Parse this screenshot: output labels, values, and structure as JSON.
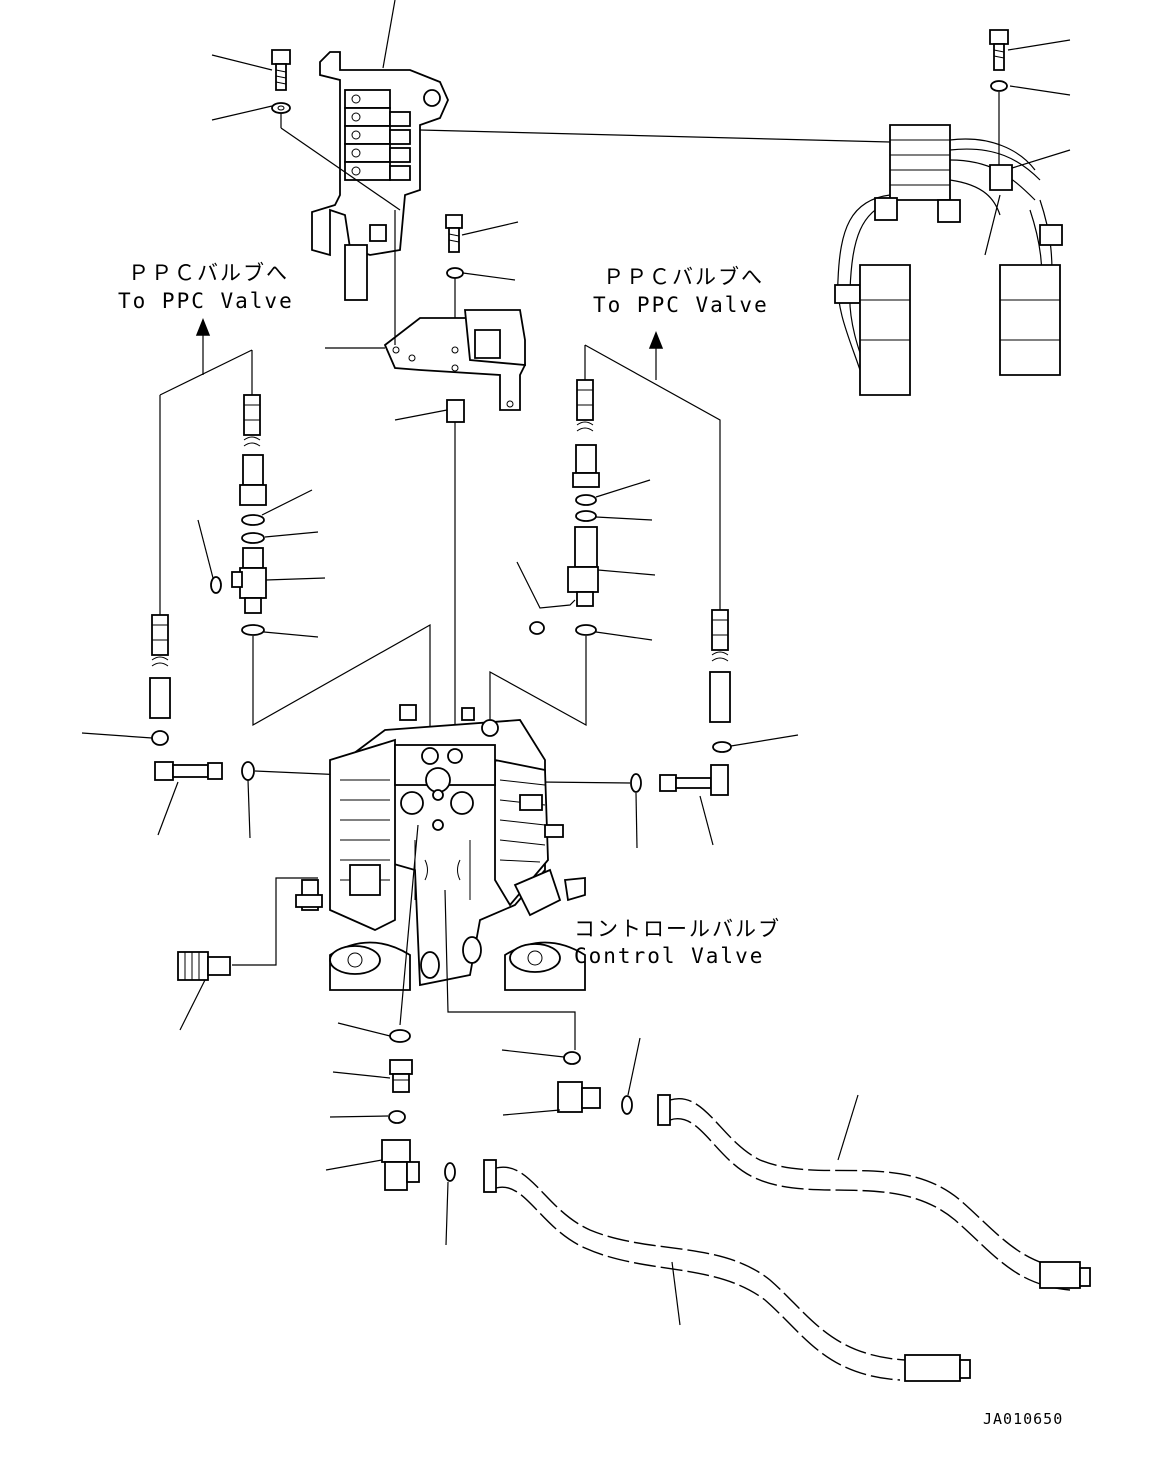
{
  "labels": {
    "ppc_left_ja": "ＰＰＣバルブへ",
    "ppc_left_en": "To PPC Valve",
    "ppc_right_ja": "ＰＰＣバルブへ",
    "ppc_right_en": "To PPC Valve",
    "control_valve_ja": "コントロールバルブ",
    "control_valve_en": "Control Valve",
    "drawing_number": "JA010650"
  },
  "colors": {
    "line": "#000000",
    "background": "#ffffff"
  }
}
